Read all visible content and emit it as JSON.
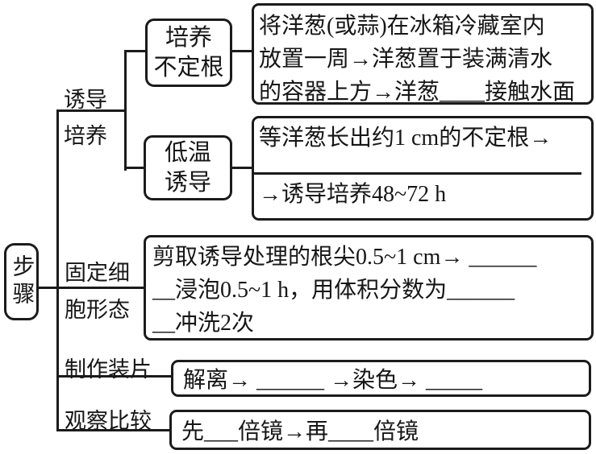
{
  "diagram": {
    "root_label": "步骤",
    "branch_induction": {
      "label_top": "诱导",
      "label_bottom": "培养",
      "node_adventitious": {
        "line1": "培养",
        "line2": "不定根"
      },
      "adventitious_steps": {
        "line1": "将洋葱(或蒜)在冰箱冷藏室内",
        "line2": "放置一周→洋葱置于装满清水",
        "line3": "的容器上方→洋葱____接触水面"
      },
      "node_lowtemp": {
        "line1": "低温",
        "line2": "诱导"
      },
      "lowtemp_steps": {
        "line1": "等洋葱长出约1 cm的不定根→",
        "line2_blank": "",
        "line3": "→诱导培养48~72 h"
      }
    },
    "branch_fixation": {
      "label_top": "固定细",
      "label_bottom": "胞形态",
      "steps": {
        "line1": "剪取诱导处理的根尖0.5~1 cm→ ______",
        "line2": "__浸泡0.5~1 h，用体积分数为______",
        "line3": "__冲洗2次"
      }
    },
    "branch_slide": {
      "label": "制作装片",
      "steps": "解离→ ______ →染色→ _____"
    },
    "branch_observe": {
      "label": "观察比较",
      "steps": "先___倍镜→再____倍镜"
    }
  }
}
